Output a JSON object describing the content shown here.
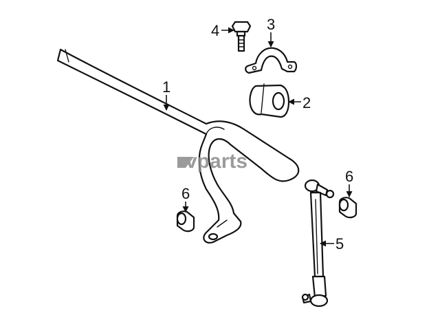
{
  "diagram": {
    "watermark": "vparts",
    "callouts": [
      {
        "id": "1",
        "label": "1"
      },
      {
        "id": "2",
        "label": "2"
      },
      {
        "id": "3",
        "label": "3"
      },
      {
        "id": "4",
        "label": "4"
      },
      {
        "id": "5",
        "label": "5"
      },
      {
        "id": "6a",
        "label": "6"
      },
      {
        "id": "6b",
        "label": "6"
      }
    ]
  }
}
